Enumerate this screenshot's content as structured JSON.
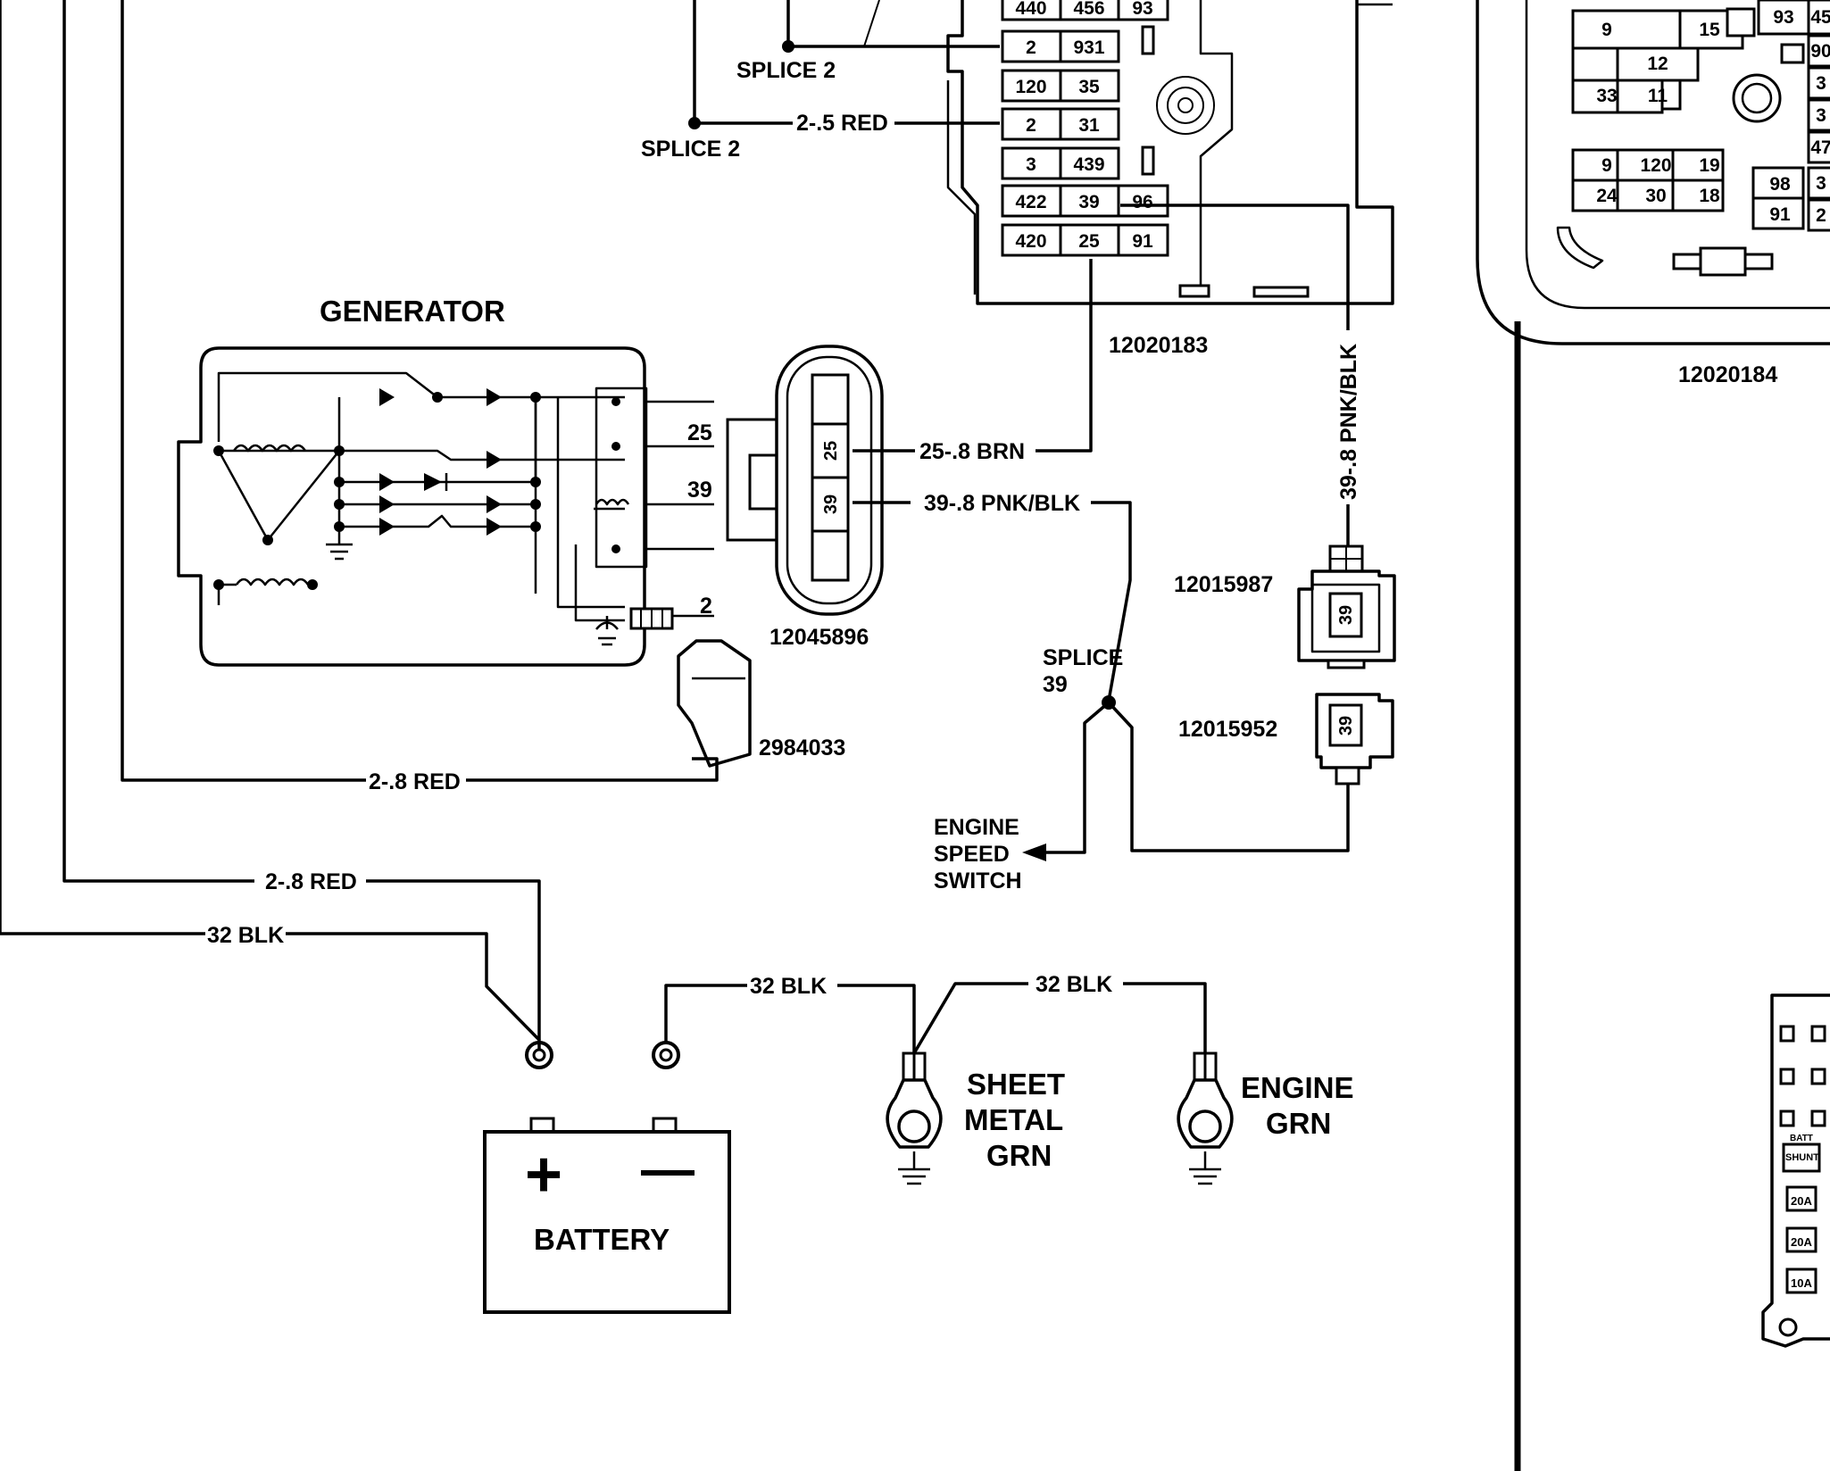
{
  "splices": {
    "splice_2_top": "SPLICE 2",
    "splice_2_bottom": "SPLICE 2",
    "splice_39_line1": "SPLICE",
    "splice_39_line2": "39"
  },
  "wires": {
    "w_2_5_red": "2-.5 RED",
    "w_25_brn": "25-.8 BRN",
    "w_39_pnk_blk": "39-.8 PNK/BLK",
    "w_39_pnk_blk_vert": "39-.8 PNK/BLK",
    "w_2_8_red_upper": "2-.8 RED",
    "w_2_8_red_lower": "2-.8 RED",
    "w_32_blk_left": "32 BLK",
    "w_32_blk_mid": "32 BLK",
    "w_32_blk_right": "32 BLK"
  },
  "components": {
    "generator": "GENERATOR",
    "battery": "BATTERY",
    "battery_plus": "+",
    "battery_minus": "—",
    "engine_speed_switch": [
      "ENGINE",
      "SPEED",
      "SWITCH"
    ],
    "sheet_metal_grn": [
      "SHEET",
      "METAL",
      "GRN"
    ],
    "engine_grn": [
      "ENGINE",
      "GRN"
    ]
  },
  "generator_pins": {
    "p25": "25",
    "p39": "39",
    "p2": "2"
  },
  "connector_pins": {
    "c25": "25",
    "c39": "39"
  },
  "part_numbers": {
    "fuse_block_main": "12020183",
    "fuse_block_right": "12020184",
    "generator_connector": "12045896",
    "generator_bracket": "2984033",
    "connector_a": "12015987",
    "connector_b": "12015952"
  },
  "small_connector_pins": {
    "a": "39",
    "b": "39"
  },
  "fuse_block_cells": {
    "row0": [
      "440",
      "456",
      "93"
    ],
    "row1": [
      "2",
      "931"
    ],
    "row2": [
      "120",
      "35"
    ],
    "row3": [
      "2",
      "31"
    ],
    "row4": [
      "3",
      "439"
    ],
    "row5": [
      "422",
      "39",
      "96"
    ],
    "row6": [
      "420",
      "25",
      "91"
    ]
  },
  "right_block_cells": {
    "top": [
      "9",
      "15",
      "12",
      "33",
      "11"
    ],
    "mid": [
      "9",
      "120",
      "19",
      "24",
      "30",
      "18"
    ],
    "side": [
      "93",
      "98",
      "91"
    ],
    "edge": [
      "45",
      "90",
      "3",
      "3",
      "47",
      "3",
      "2"
    ]
  },
  "fuse_panel": {
    "labels": [
      "BATT",
      "SHUNT",
      "20A",
      "20A",
      "10A"
    ]
  }
}
